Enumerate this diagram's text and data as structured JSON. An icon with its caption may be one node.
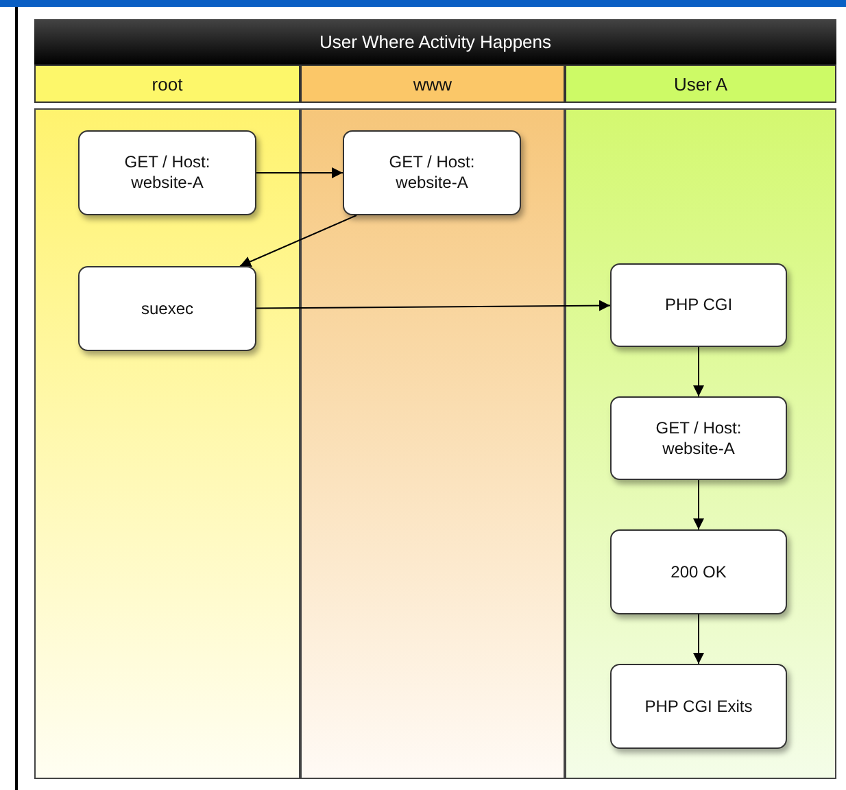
{
  "diagram": {
    "title": "User Where Activity Happens",
    "nodes": [
      {
        "text": [
          "root"
        ]
      },
      {
        "text": [
          "www"
        ]
      },
      {
        "text": [
          "User A"
        ]
      },
      {
        "text": [
          "GET / Host: website-A"
        ],
        "in": 0
      },
      {
        "text": [
          "GET / Host: website-A"
        ],
        "in": 1
      },
      {
        "text": [
          "suexec"
        ],
        "in": 0
      },
      {
        "text": [
          "PHP CGI"
        ],
        "in": 2
      },
      {
        "text": [
          "GET / Host: website-A"
        ],
        "in": 2
      },
      {
        "text": [
          "200 OK"
        ],
        "in": 2
      },
      {
        "text": [
          "PHP CGI Exits"
        ],
        "in": 2
      }
    ],
    "edges": [
      {
        "from": 3,
        "to": 4,
        "arrow": "to"
      },
      {
        "from": 4,
        "to": 5,
        "arrow": "to"
      },
      {
        "from": 5,
        "to": 6,
        "arrow": "to"
      },
      {
        "from": 6,
        "to": 7,
        "arrow": "to"
      },
      {
        "from": 7,
        "to": 8,
        "arrow": "to"
      },
      {
        "from": 8,
        "to": 9,
        "arrow": "to"
      }
    ]
  }
}
